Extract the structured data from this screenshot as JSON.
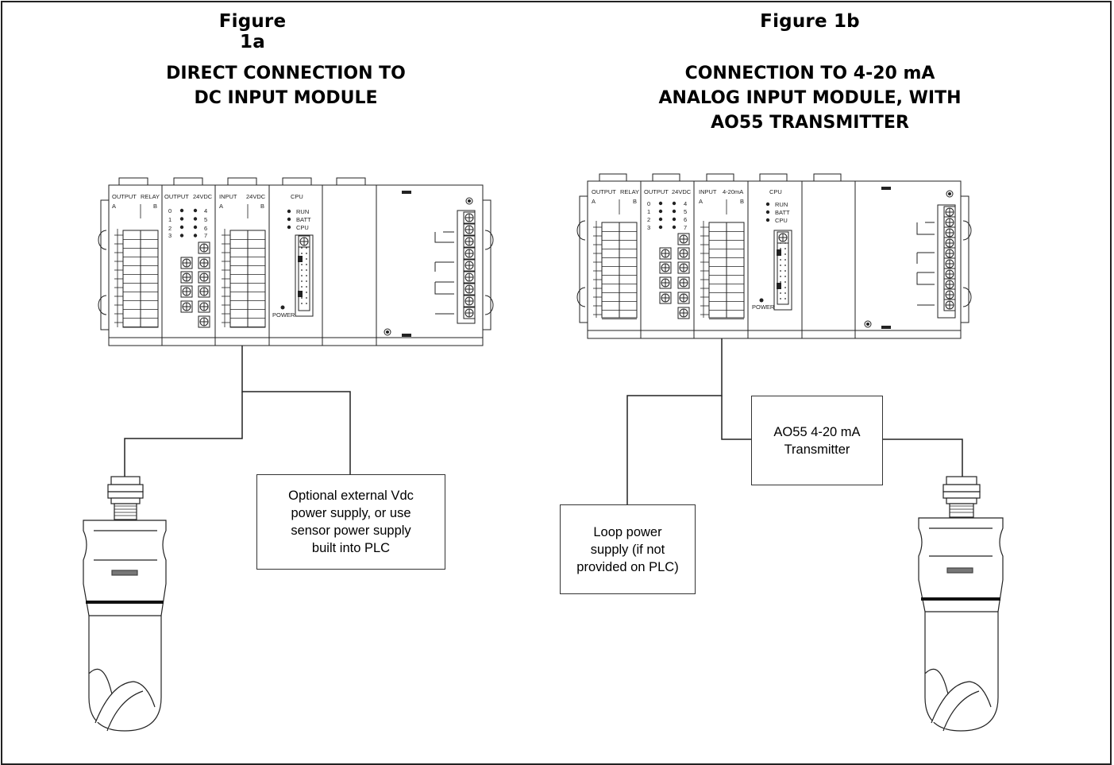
{
  "figures": [
    {
      "label": "Figure 1a",
      "heading_lines": [
        "DIRECT CONNECTION TO",
        "DC INPUT MODULE"
      ],
      "callout_lines": [
        "Optional external Vdc",
        "power supply, or use",
        "sensor power supply",
        "built into PLC"
      ]
    },
    {
      "label": "Figure 1b",
      "heading_lines": [
        "CONNECTION TO 4-20 mA",
        "ANALOG INPUT MODULE, WITH",
        "AO55 TRANSMITTER"
      ],
      "loop_callout_lines": [
        "Loop power",
        "supply (if not",
        "provided on PLC)"
      ],
      "transmitter_callout_lines": [
        "AO55 4-20 mA",
        "Transmitter"
      ]
    }
  ],
  "plc_a": {
    "module_labels": {
      "output_relay": [
        "OUTPUT",
        "RELAY"
      ],
      "output_24vdc": [
        "OUTPUT",
        "24VDC"
      ],
      "input_24vdc": [
        "INPUT",
        "24VDC"
      ],
      "cpu": "CPU"
    },
    "ab": [
      "A",
      "B"
    ],
    "channels_left": [
      "0",
      "1",
      "2",
      "3"
    ],
    "channels_right": [
      "4",
      "5",
      "6",
      "7"
    ],
    "cpu_leds": [
      "RUN",
      "BATT",
      "CPU"
    ],
    "power": "POWER"
  },
  "plc_b": {
    "module_labels": {
      "output_relay": [
        "OUTPUT",
        "RELAY"
      ],
      "output_24vdc": [
        "OUTPUT",
        "24VDC"
      ],
      "input_4_20": [
        "INPUT",
        "4-20mA"
      ],
      "cpu": "CPU"
    },
    "ab": [
      "A",
      "B"
    ],
    "channels_left": [
      "0",
      "1",
      "2",
      "3"
    ],
    "channels_right": [
      "4",
      "5",
      "6",
      "7"
    ],
    "cpu_leds": [
      "RUN",
      "BATT",
      "CPU"
    ],
    "power": "POWER"
  },
  "colors": {
    "line": "#222222",
    "frame": "#222222",
    "sensor_band": "#111111"
  }
}
